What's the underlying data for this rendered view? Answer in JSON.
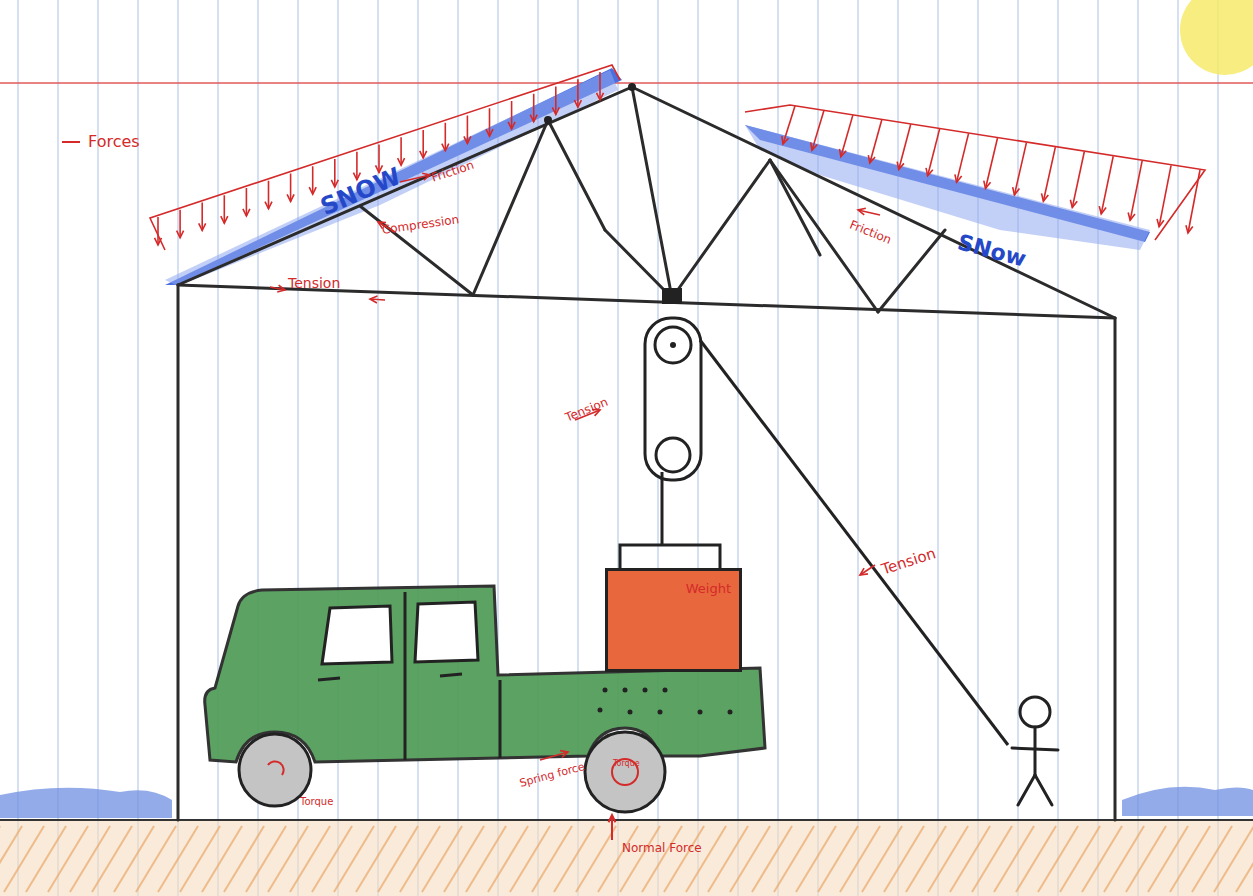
{
  "diagram": {
    "nodes": [
      {
        "text": [
          "Weight"
        ]
      }
    ],
    "labels": [
      "SNOW",
      "SNow",
      "Friction",
      "Compression",
      "Tension",
      "Friction",
      "Tension",
      "Tension",
      "Torque",
      "Spring force",
      "Torque",
      "Normal Force"
    ],
    "legend": [
      {
        "text": "Forces"
      }
    ]
  }
}
